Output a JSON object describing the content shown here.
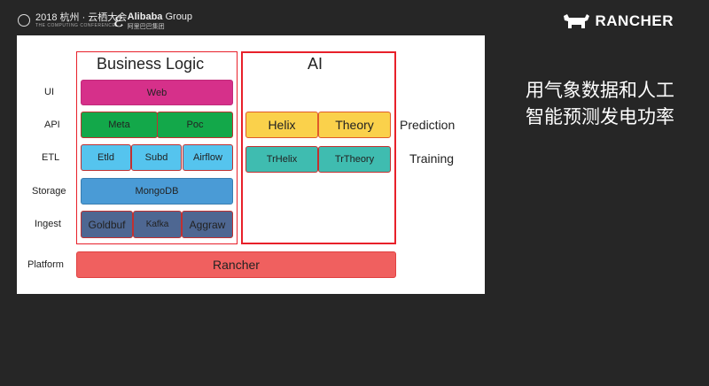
{
  "header": {
    "conference_title": "2018 杭州 · 云栖大会",
    "conference_subtitle": "THE COMPUTING CONFERENCE",
    "alibaba_name": "Alibaba",
    "alibaba_group": "Group",
    "alibaba_cn": "阿里巴巴集团",
    "rancher_logo": "RANCHER"
  },
  "diagram": {
    "business_logic_title": "Business Logic",
    "ai_title": "AI",
    "rows": {
      "ui": "UI",
      "api": "API",
      "etl": "ETL",
      "storage": "Storage",
      "ingest": "Ingest",
      "platform": "Platform"
    },
    "blocks": {
      "web": "Web",
      "meta": "Meta",
      "poc": "Poc",
      "etld": "Etld",
      "subd": "Subd",
      "airflow": "Airflow",
      "mongodb": "MongoDB",
      "goldbuf": "Goldbuf",
      "kafka": "Kafka",
      "aggraw": "Aggraw",
      "rancher": "Rancher",
      "helix": "Helix",
      "theory": "Theory",
      "trhelix": "TrHelix",
      "trtheory": "TrTheory"
    },
    "side_labels": {
      "prediction": "Prediction",
      "training": "Training"
    },
    "colors": {
      "frame_red": "#e8202a",
      "web": "#d6308a",
      "api_green": "#13a84a",
      "etl_cyan": "#55c4ee",
      "storage_blue": "#4a9bd6",
      "ingest_slate": "#4e6792",
      "platform_red": "#f0605f",
      "prediction_yellow": "#fad14b",
      "training_teal": "#3fbcb0"
    }
  },
  "slide_text": "用气象数据和人工智能预测发电功率"
}
